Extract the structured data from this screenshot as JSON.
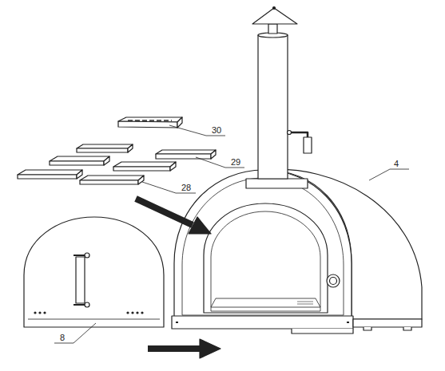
{
  "diagram": {
    "labels": [
      "30",
      "29",
      "28",
      "4",
      "8"
    ]
  }
}
